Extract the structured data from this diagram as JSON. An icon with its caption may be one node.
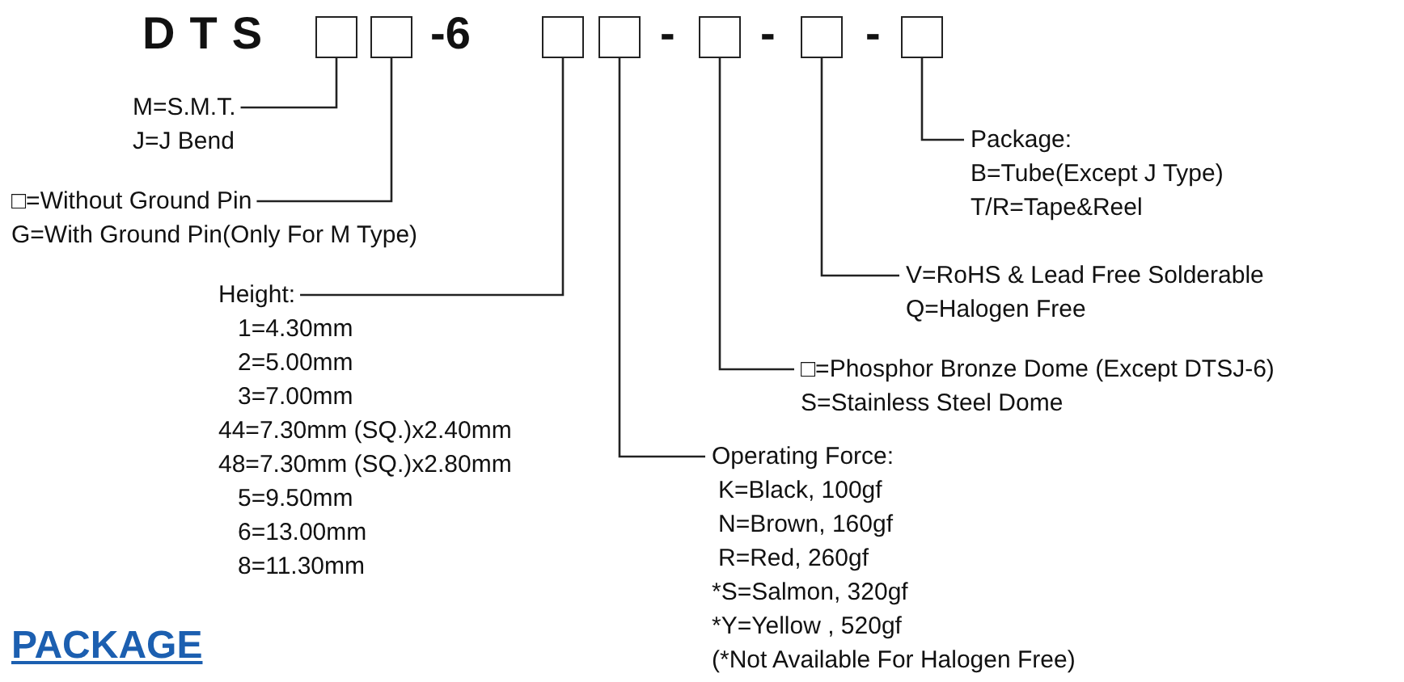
{
  "diagram": {
    "nodes": [
      {
        "text": [],
        "shape": "box"
      },
      {
        "text": [],
        "shape": "box"
      },
      {
        "text": [],
        "shape": "box"
      },
      {
        "text": [],
        "shape": "box"
      },
      {
        "text": [],
        "shape": "box"
      },
      {
        "text": [],
        "shape": "box"
      },
      {
        "text": [],
        "shape": "box"
      },
      {
        "text": [
          "M=S.M.T.",
          "J=J Bend"
        ]
      },
      {
        "text": [
          "□=Without Ground Pin",
          "G=With Ground Pin(Only For M Type)"
        ]
      },
      {
        "text": [
          "Height:",
          "1=4.30mm",
          "2=5.00mm",
          "3=7.00mm",
          "44=7.30mm (SQ.)x2.40mm",
          "48=7.30mm (SQ.)x2.80mm",
          "5=9.50mm",
          "6=13.00mm",
          "8=11.30mm"
        ]
      },
      {
        "text": [
          "Operating Force:",
          "K=Black, 100gf",
          "N=Brown, 160gf",
          "R=Red, 260gf",
          "*S=Salmon, 320gf",
          "*Y=Yellow , 520gf",
          "(*Not Available For Halogen Free)"
        ]
      },
      {
        "text": [
          "□=Phosphor Bronze Dome (Except DTSJ-6)",
          "S=Stainless Steel Dome"
        ]
      },
      {
        "text": [
          "V=RoHS & Lead Free Solderable",
          "Q=Halogen Free"
        ]
      },
      {
        "text": [
          "Package:",
          "B=Tube(Except J Type)",
          "T/R=Tape&Reel"
        ]
      }
    ],
    "edges": [
      {
        "from": 0,
        "to": 7,
        "arrow": "none"
      },
      {
        "from": 1,
        "to": 8,
        "arrow": "none"
      },
      {
        "from": 2,
        "to": 9,
        "arrow": "none"
      },
      {
        "from": 3,
        "to": 10,
        "arrow": "none"
      },
      {
        "from": 4,
        "to": 11,
        "arrow": "none"
      },
      {
        "from": 5,
        "to": 12,
        "arrow": "none"
      },
      {
        "from": 6,
        "to": 13,
        "arrow": "none"
      }
    ],
    "labels": [
      "DTS",
      "-6",
      "-",
      "-",
      "-",
      "PACKAGE"
    ]
  }
}
